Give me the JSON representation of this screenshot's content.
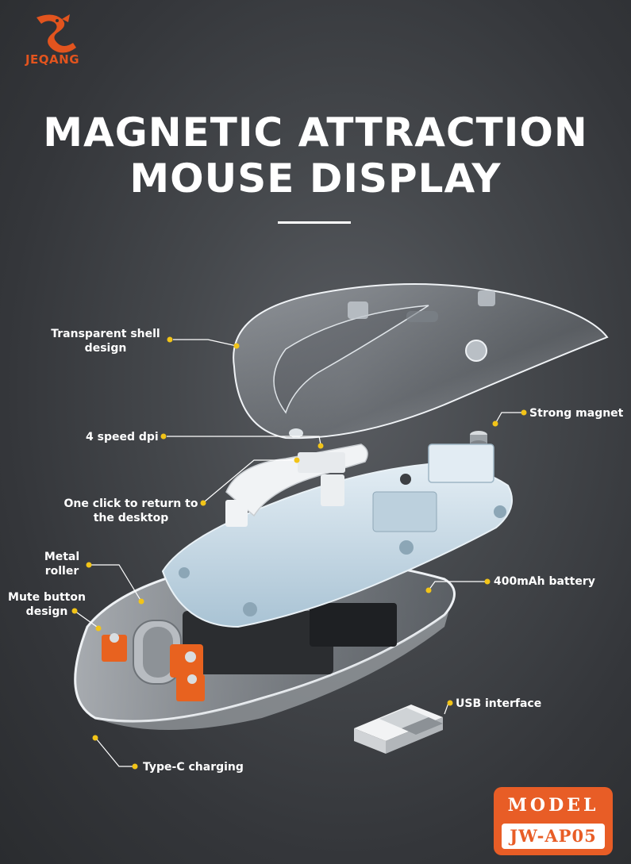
{
  "brand": {
    "logo_text": "JEQANG"
  },
  "title": {
    "line1": "MAGNETIC ATTRACTION",
    "line2": "MOUSE DISPLAY"
  },
  "callouts": {
    "transparent_shell": {
      "line1": "Transparent shell",
      "line2": "design"
    },
    "strong_magnet": "Strong magnet",
    "speed_dpi": "4 speed dpi",
    "one_click": {
      "line1": "One click to return to",
      "line2": "the desktop"
    },
    "metal_roller": {
      "line1": "Metal",
      "line2": "roller"
    },
    "mute_button": {
      "line1": "Mute button",
      "line2": "design"
    },
    "battery": "400mAh battery",
    "usb": "USB interface",
    "typec": "Type-C charging"
  },
  "model": {
    "heading": "MODEL",
    "number": "JW-AP05"
  },
  "colors": {
    "accent": "#e85d26",
    "dot": "#f2c418",
    "background": "#3f4246"
  }
}
